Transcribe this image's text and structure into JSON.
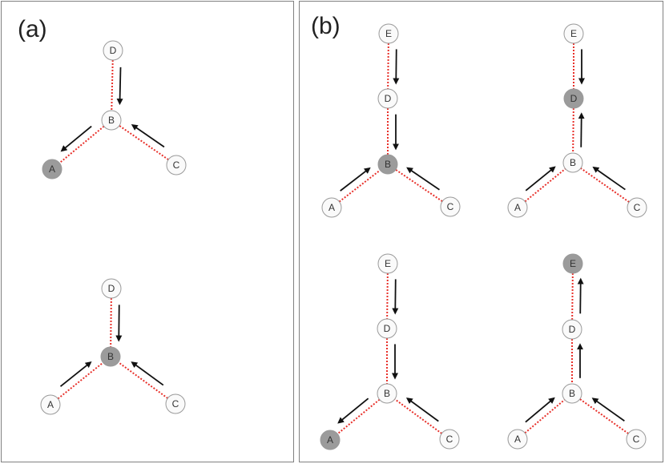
{
  "panels": {
    "a": {
      "label": "(a)"
    },
    "b": {
      "label": "(b)"
    }
  },
  "colors": {
    "edge": "#e8302a",
    "arrow": "#111111",
    "node_fill": "#fafafa",
    "node_highlight": "#9b9b9b",
    "node_stroke": "#9a9a9a"
  },
  "diagrams": [
    {
      "id": "a-top",
      "panel": "a",
      "highlight": "A",
      "nodes": [
        {
          "id": "D",
          "label": "D"
        },
        {
          "id": "B",
          "label": "B"
        },
        {
          "id": "A",
          "label": "A"
        },
        {
          "id": "C",
          "label": "C"
        }
      ],
      "edges": [
        [
          "D",
          "B"
        ],
        [
          "B",
          "A"
        ],
        [
          "C",
          "B"
        ]
      ],
      "arrows": [
        [
          "D",
          "B"
        ],
        [
          "B",
          "A"
        ],
        [
          "C",
          "B"
        ]
      ]
    },
    {
      "id": "a-bottom",
      "panel": "a",
      "highlight": "B",
      "nodes": [
        {
          "id": "D",
          "label": "D"
        },
        {
          "id": "B",
          "label": "B"
        },
        {
          "id": "A",
          "label": "A"
        },
        {
          "id": "C",
          "label": "C"
        }
      ],
      "edges": [
        [
          "D",
          "B"
        ],
        [
          "A",
          "B"
        ],
        [
          "C",
          "B"
        ]
      ],
      "arrows": [
        [
          "D",
          "B"
        ],
        [
          "A",
          "B"
        ],
        [
          "C",
          "B"
        ]
      ]
    },
    {
      "id": "b-top-left",
      "panel": "b",
      "highlight": "B",
      "nodes": [
        {
          "id": "E",
          "label": "E"
        },
        {
          "id": "D",
          "label": "D"
        },
        {
          "id": "B",
          "label": "B"
        },
        {
          "id": "A",
          "label": "A"
        },
        {
          "id": "C",
          "label": "C"
        }
      ],
      "edges": [
        [
          "E",
          "D"
        ],
        [
          "D",
          "B"
        ],
        [
          "A",
          "B"
        ],
        [
          "C",
          "B"
        ]
      ],
      "arrows": [
        [
          "E",
          "D"
        ],
        [
          "D",
          "B"
        ],
        [
          "A",
          "B"
        ],
        [
          "C",
          "B"
        ]
      ]
    },
    {
      "id": "b-top-right",
      "panel": "b",
      "highlight": "D",
      "nodes": [
        {
          "id": "E",
          "label": "E"
        },
        {
          "id": "D",
          "label": "D"
        },
        {
          "id": "B",
          "label": "B"
        },
        {
          "id": "A",
          "label": "A"
        },
        {
          "id": "C",
          "label": "C"
        }
      ],
      "edges": [
        [
          "E",
          "D"
        ],
        [
          "D",
          "B"
        ],
        [
          "A",
          "B"
        ],
        [
          "C",
          "B"
        ]
      ],
      "arrows": [
        [
          "E",
          "D"
        ],
        [
          "B",
          "D"
        ],
        [
          "A",
          "B"
        ],
        [
          "C",
          "B"
        ]
      ]
    },
    {
      "id": "b-bottom-left",
      "panel": "b",
      "highlight": "A",
      "nodes": [
        {
          "id": "E",
          "label": "E"
        },
        {
          "id": "D",
          "label": "D"
        },
        {
          "id": "B",
          "label": "B"
        },
        {
          "id": "A",
          "label": "A"
        },
        {
          "id": "C",
          "label": "C"
        }
      ],
      "edges": [
        [
          "E",
          "D"
        ],
        [
          "D",
          "B"
        ],
        [
          "B",
          "A"
        ],
        [
          "C",
          "B"
        ]
      ],
      "arrows": [
        [
          "E",
          "D"
        ],
        [
          "D",
          "B"
        ],
        [
          "B",
          "A"
        ],
        [
          "C",
          "B"
        ]
      ]
    },
    {
      "id": "b-bottom-right",
      "panel": "b",
      "highlight": "E",
      "nodes": [
        {
          "id": "E",
          "label": "E"
        },
        {
          "id": "D",
          "label": "D"
        },
        {
          "id": "B",
          "label": "B"
        },
        {
          "id": "A",
          "label": "A"
        },
        {
          "id": "C",
          "label": "C"
        }
      ],
      "edges": [
        [
          "E",
          "D"
        ],
        [
          "D",
          "B"
        ],
        [
          "A",
          "B"
        ],
        [
          "C",
          "B"
        ]
      ],
      "arrows": [
        [
          "D",
          "E"
        ],
        [
          "B",
          "D"
        ],
        [
          "A",
          "B"
        ],
        [
          "C",
          "B"
        ]
      ]
    }
  ]
}
